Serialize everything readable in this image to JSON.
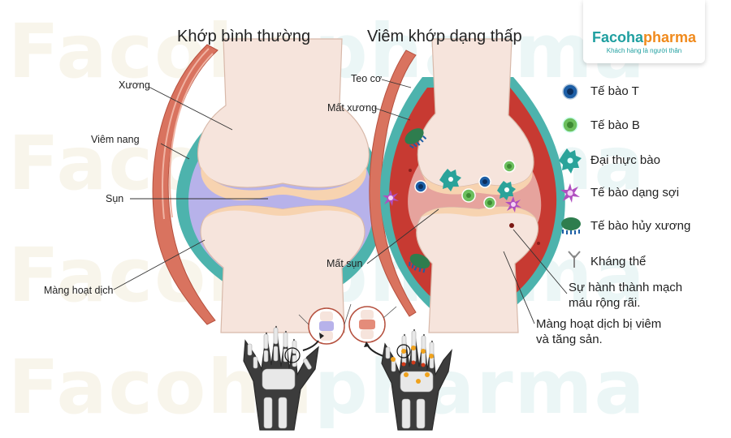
{
  "watermark": {
    "part1": "Facoha",
    "part2": "pharma"
  },
  "titles": {
    "normal": "Khớp bình thường",
    "ra": "Viêm khớp dạng thấp"
  },
  "labels_left": {
    "bone": "Xương",
    "capsule": "Viêm nang",
    "cartilage": "Sụn",
    "synovium": "Màng hoạt dịch"
  },
  "labels_middle": {
    "muscle_wasting": "Teo cơ",
    "bone_loss": "Mất xương",
    "cartilage_loss": "Mất sụn"
  },
  "legend": [
    {
      "icon": "t-cell-icon",
      "label": "Tế bào T",
      "color": "#1d5fa6"
    },
    {
      "icon": "b-cell-icon",
      "label": "Tế bào B",
      "color": "#6cbf5e"
    },
    {
      "icon": "macrophage-icon",
      "label": "Đại thực bào",
      "color": "#2aa39a"
    },
    {
      "icon": "fibroblast-icon",
      "label": "Tế bào dạng sợi",
      "color": "#b04fc0"
    },
    {
      "icon": "osteoclast-icon",
      "label": "Tế bào hủy xương",
      "color": "#2e7d4e"
    },
    {
      "icon": "antibody-icon",
      "label": "Kháng thể",
      "color": "#888888"
    }
  ],
  "notes": {
    "angiogenesis_line1": "Sự hành thành mạch",
    "angiogenesis_line2": "máu rộng rãi.",
    "synovium_line1": "Màng hoạt dịch bị viêm",
    "synovium_line2": "và tăng sản."
  },
  "brand": {
    "name_part1": "Facoha",
    "name_part2": "pharma",
    "slogan": "Khách hàng là người thân",
    "logo_icon": "heart-cross-icon",
    "colors": {
      "teal": "#1f9fa0",
      "orange": "#f08a1c"
    }
  },
  "colors": {
    "bone": "#f6e4dc",
    "cartilage": "#f7d3b0",
    "synovial_fluid": "#b7b2ea",
    "capsule_teal": "#4db3ad",
    "muscle": "#d9735f",
    "inflamed": "#c73a32"
  }
}
